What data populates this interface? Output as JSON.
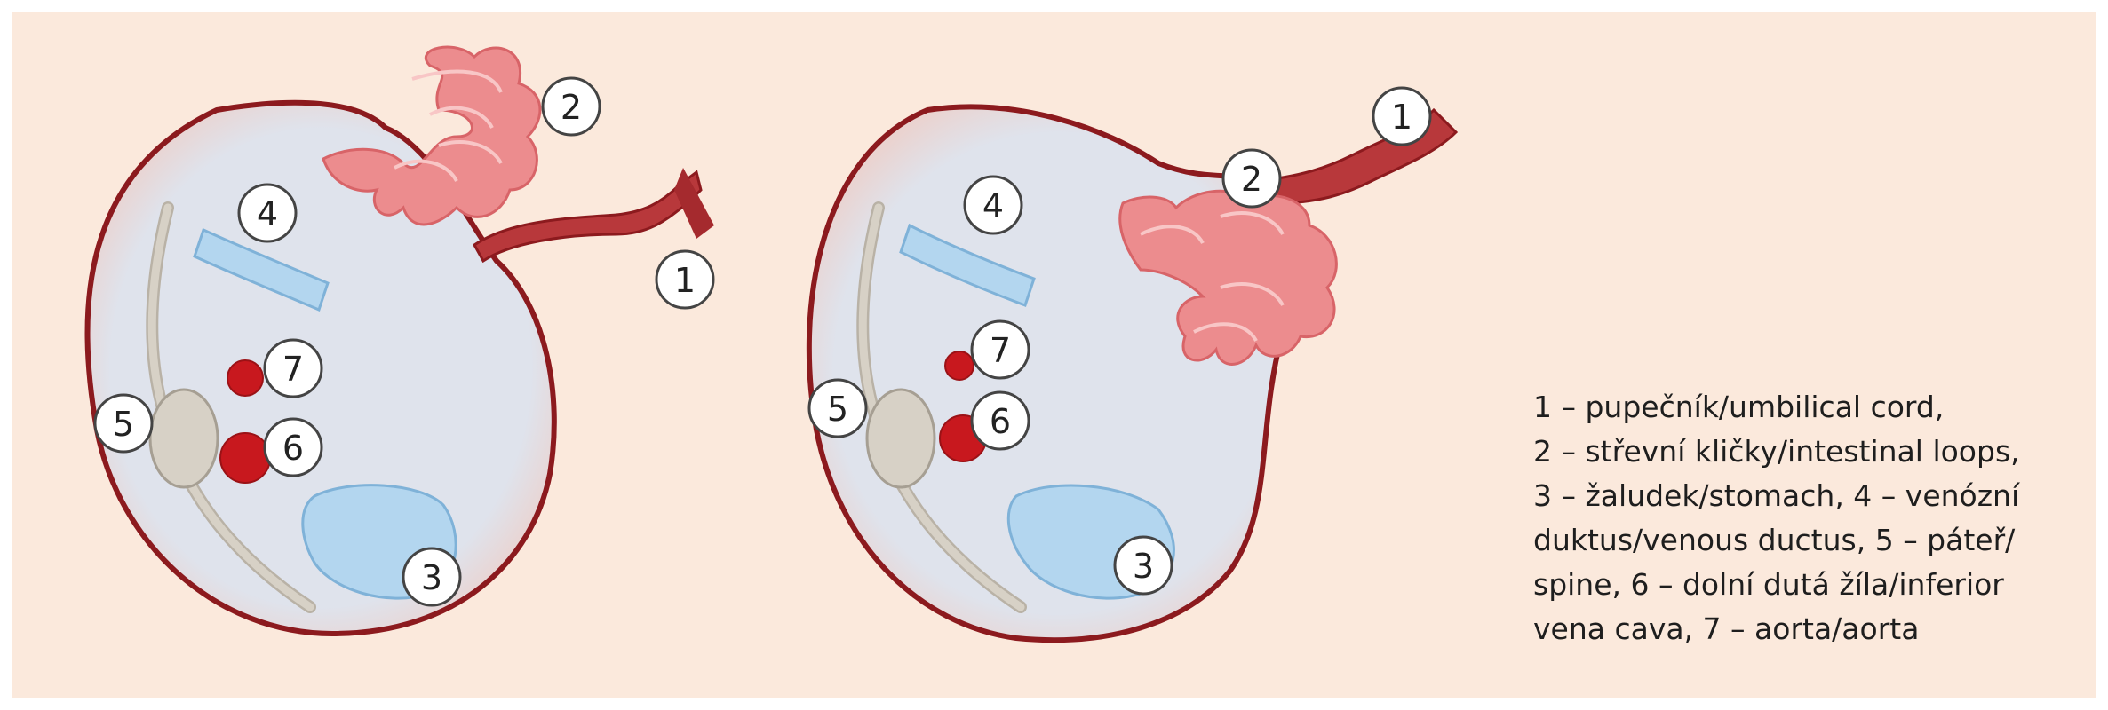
{
  "diagram": {
    "left": {
      "markers": {
        "m1": "1",
        "m2": "2",
        "m3": "3",
        "m4": "4",
        "m5": "5",
        "m6": "6",
        "m7": "7"
      }
    },
    "right": {
      "markers": {
        "m1": "1",
        "m2": "2",
        "m3": "3",
        "m4": "4",
        "m5": "5",
        "m6": "6",
        "m7": "7"
      }
    },
    "colors": {
      "background": "#fbe9dc",
      "abdomen_fill": "#dfe3ec",
      "abdomen_outline": "#8c1a1e",
      "intestine": "#ec8c8e",
      "umbilical_cord": "#b8383b",
      "stomach": "#b3d6ef",
      "spine": "#d7d1c6",
      "vessels": "#c8181e"
    }
  },
  "legend": {
    "lines": [
      "1 – pupečník/umbilical cord,",
      "2 – střevní kličky/intestinal loops,",
      "3 – žaludek/stomach, 4 – venózní",
      "duktus/venous ductus, 5 – páteř/",
      "spine, 6 – dolní dutá žíla/inferior",
      "vena cava, 7 – aorta/aorta"
    ]
  }
}
